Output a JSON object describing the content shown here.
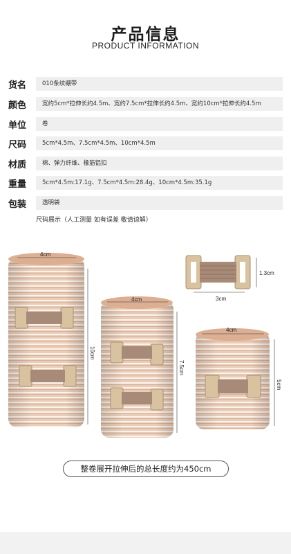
{
  "header": {
    "title": "产品信息",
    "subtitle": "PRODUCT INFORMATION"
  },
  "specs": [
    {
      "label": "货名",
      "value": "010条纹绷带"
    },
    {
      "label": "颜色",
      "value": "宽约5cm*拉伸长约4.5m、宽约7.5cm*拉伸长约4.5m、宽约10cm*拉伸长约4.5m"
    },
    {
      "label": "单位",
      "value": "卷"
    },
    {
      "label": "尺码",
      "value": "5cm*4.5m、7.5cm*4.5m、10cm*4.5m"
    },
    {
      "label": "材质",
      "value": "棉、弹力纤维、橡筋铝扣"
    },
    {
      "label": "重量",
      "value": "5cm*4.5m:17.1g、7.5cm*4.5m:28.4g、10cm*4.5m:35.1g"
    },
    {
      "label": "包装",
      "value": "透明袋"
    }
  ],
  "note": "尺码展示（人工测量 如有误差 敬请谅解）",
  "dimensions": {
    "large_width": "4cm",
    "large_height": "10cm",
    "medium_width": "4cm",
    "medium_height": "7.5cm",
    "small_width": "4cm",
    "small_height": "5cm",
    "clip_width": "3cm",
    "clip_height": "1.3cm"
  },
  "summary": "整卷展开拉伸后的总长度约为450cm",
  "colors": {
    "bandage": "#e7c9b3",
    "stripe": "#ffffff",
    "clip_frame": "#d9c29f",
    "elastic": "#a88a78"
  }
}
